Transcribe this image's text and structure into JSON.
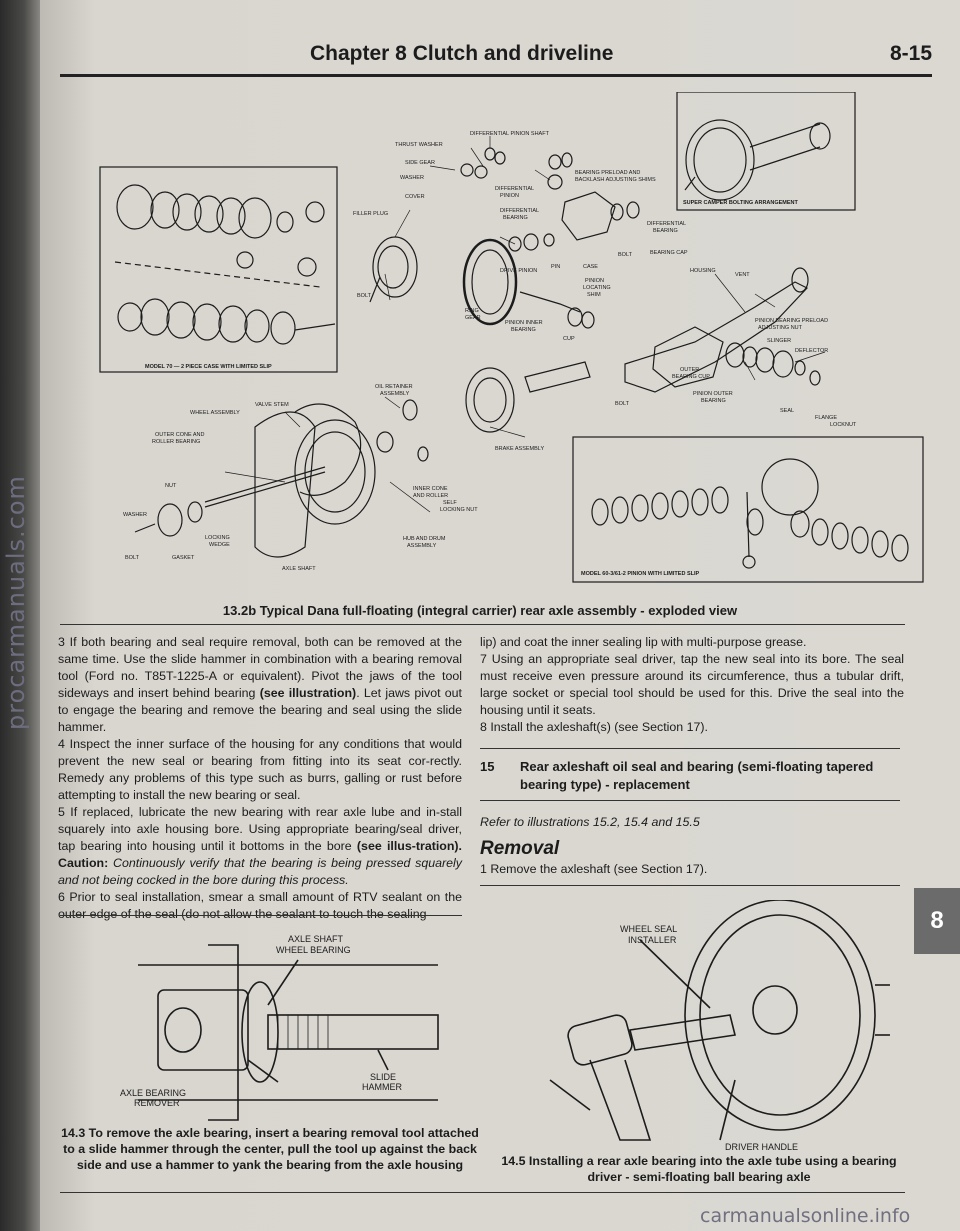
{
  "page": {
    "chapter_title": "Chapter 8  Clutch and driveline",
    "page_number": "8-15",
    "tab_number": "8",
    "side_watermark": "procarmanuals.com",
    "bottom_watermark": "carmanualsonline.info"
  },
  "figure_main": {
    "caption": "13.2b Typical Dana full-floating (integral carrier) rear axle assembly - exploded view",
    "labels": {
      "differential_pinion_shaft": "DIFFERENTIAL PINION SHAFT",
      "thrust_washer": "THRUST WASHER",
      "side_gear": "SIDE GEAR",
      "washer": "WASHER",
      "bearing_preload": "BEARING PRELOAD AND",
      "backlash": "BACKLASH ADJUSTING SHIMS",
      "differential": "DIFFERENTIAL",
      "pinion": "PINION",
      "cover": "COVER",
      "filler_plug": "FILLER PLUG",
      "differential_bearing_a": "DIFFERENTIAL",
      "differential_bearing_b": "BEARING",
      "bolt": "BOLT",
      "pin": "PIN",
      "case": "CASE",
      "drive_pinion": "DRIVE PINION",
      "pinion_locating_a": "PINION",
      "pinion_locating_b": "LOCATING",
      "pinion_locating_c": "SHIM",
      "ring_a": "RING",
      "ring_b": "GEAR",
      "pinion_inner_a": "PINION INNER",
      "pinion_inner_b": "BEARING",
      "cup": "CUP",
      "bearing_cap": "BEARING CAP",
      "housing": "HOUSING",
      "vent": "VENT",
      "pinion_bearing_preload_a": "PINION BEARING PRELOAD",
      "pinion_bearing_preload_b": "ADJUSTING NUT",
      "slinger": "SLINGER",
      "deflector": "DEFLECTOR",
      "outer_bearing_cup_a": "OUTER",
      "outer_bearing_cup_b": "BEARING CUP",
      "pinion_outer_a": "PINION OUTER",
      "pinion_outer_b": "BEARING",
      "seal": "SEAL",
      "flange": "FLANGE",
      "locknut": "LOCKNUT",
      "super_camper": "SUPER CAMPER BOLTING ARRANGEMENT",
      "model70": "MODEL 70 — 2 PIECE CASE WITH LIMITED SLIP",
      "oil_retainer_a": "OIL RETAINER",
      "oil_retainer_b": "ASSEMBLY",
      "valve_stem": "VALVE STEM",
      "wheel_assembly": "WHEEL ASSEMBLY",
      "outer_cone_a": "OUTER CONE AND",
      "outer_cone_b": "ROLLER BEARING",
      "nut": "NUT",
      "washer2": "WASHER",
      "locking_a": "LOCKING",
      "locking_b": "WEDGE",
      "gasket": "GASKET",
      "inner_cone_a": "INNER CONE",
      "inner_cone_b": "AND ROLLER",
      "self_a": "SELF",
      "self_b": "LOCKING NUT",
      "brake_assembly": "BRAKE ASSEMBLY",
      "hub_drum_a": "HUB AND DRUM",
      "hub_drum_b": "ASSEMBLY",
      "axle_shaft": "AXLE SHAFT",
      "model60": "MODEL 60-3/61-2 PINION WITH LIMITED SLIP"
    }
  },
  "column_left": {
    "p3": "3    If both bearing and seal require removal, both can be removed at the same time. Use the slide hammer in combination with a bearing removal tool (Ford no. T85T-1225-A or equivalent). Pivot the  jaws of the tool sideways and insert behind bearing ",
    "p3_bold": "(see illustration)",
    "p3_end": ". Let jaws pivot out to engage the bearing and remove the bearing and seal using the slide hammer.",
    "p4": "4    Inspect the inner surface of the housing for any conditions that would prevent the new seal or bearing from fitting into its seat cor-rectly. Remedy any problems of this type such as burrs, galling or rust before attempting to install the new bearing or seal.",
    "p5": "5    If replaced, lubricate the new bearing with rear axle lube and in-stall squarely into axle housing bore. Using appropriate bearing/seal driver, tap bearing into housing until it bottoms in the bore ",
    "p5_bold": "(see illus-tration). Caution:",
    "p5_italic": " Continuously verify that the bearing is being pressed squarely and not being cocked in the bore during this process.",
    "p6": "6    Prior to seal installation, smear a small amount of RTV sealant on the outer edge of the seal (do not allow the sealant to touch the sealing"
  },
  "column_right": {
    "p_cont": "lip) and coat the inner sealing lip with multi-purpose grease.",
    "p7": "7    Using an appropriate seal driver,  tap the new seal into its bore. The seal must receive even pressure around its circumference, thus a tubular drift, large socket or special tool should be used for this. Drive the seal into the housing until it seats.",
    "p8": "8    Install the axleshaft(s) (see Section 17).",
    "section_number": "15",
    "section_title": "Rear axleshaft oil seal and bearing (semi-floating tapered bearing type) - replacement",
    "reference": "Refer to illustrations 15.2, 15.4 and 15.5",
    "subheading": "Removal",
    "step1": "1    Remove the axleshaft (see Section 17)."
  },
  "figure_143": {
    "caption": "14.3 To remove the axle bearing, insert a bearing removal tool attached to a slide hammer through the center, pull the tool up against the back side and use a hammer to yank the bearing from the axle housing",
    "label_axle_shaft": "AXLE SHAFT",
    "label_wheel_bearing": "WHEEL BEARING",
    "label_slide": "SLIDE",
    "label_hammer": "HAMMER",
    "label_axle_bearing": "AXLE BEARING",
    "label_remover": "REMOVER"
  },
  "figure_145": {
    "caption": "14.5 Installing a rear axle bearing into the axle tube using a bearing driver - semi-floating ball bearing axle",
    "label_wheel_seal": "WHEEL SEAL",
    "label_installer": "INSTALLER",
    "label_driver_handle": "DRIVER HANDLE"
  }
}
